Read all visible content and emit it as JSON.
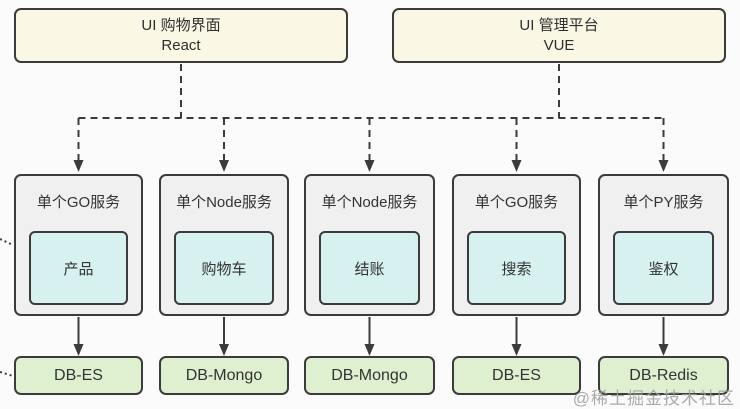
{
  "diagram": {
    "top_nodes": [
      {
        "title": "UI 购物界面",
        "subtitle": "React"
      },
      {
        "title": "UI 管理平台",
        "subtitle": "VUE"
      }
    ],
    "services": [
      {
        "label": "单个GO服务",
        "module": "产品",
        "db": "DB-ES"
      },
      {
        "label": "单个Node服务",
        "module": "购物车",
        "db": "DB-Mongo"
      },
      {
        "label": "单个Node服务",
        "module": "结账",
        "db": "DB-Mongo"
      },
      {
        "label": "单个GO服务",
        "module": "搜索",
        "db": "DB-ES"
      },
      {
        "label": "单个PY服务",
        "module": "鉴权",
        "db": "DB-Redis"
      }
    ],
    "watermark": "@稀土掘金技术社区",
    "colors": {
      "bg": "#fbfbfb",
      "line": "#3b3b3b",
      "cream": "#faf8e4",
      "svcfill": "#f0f0f0",
      "cyan": "#d7f1f0",
      "green": "#dff0d1"
    }
  }
}
